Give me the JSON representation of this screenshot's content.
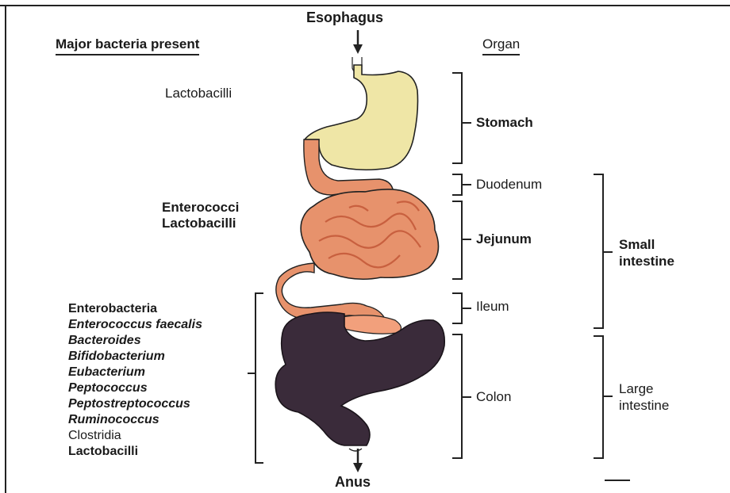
{
  "header": {
    "esophagus": "Esophagus",
    "bacteria_heading": "Major bacteria present",
    "organ_heading": "Organ",
    "anus": "Anus"
  },
  "bacteria": {
    "stomach": "Lactobacilli",
    "small_intestine": [
      "Enterococci",
      "Lactobacilli"
    ],
    "colon": [
      {
        "name": "Enterobacteria",
        "style": "bold"
      },
      {
        "name": "Enterococcus faecalis",
        "style": "bold-italic"
      },
      {
        "name": "Bacteroides",
        "style": "bold-italic"
      },
      {
        "name": "Bifidobacterium",
        "style": "bold-italic"
      },
      {
        "name": "Eubacterium",
        "style": "bold-italic"
      },
      {
        "name": "Peptococcus",
        "style": "bold-italic"
      },
      {
        "name": "Peptostreptococcus",
        "style": "bold-italic"
      },
      {
        "name": "Ruminococcus",
        "style": "bold-italic"
      },
      {
        "name": "Clostridia",
        "style": "normal"
      },
      {
        "name": "Lactobacilli",
        "style": "bold"
      }
    ]
  },
  "organs": {
    "stomach": "Stomach",
    "duodenum": "Duodenum",
    "jejunum": "Jejunum",
    "ileum": "Ileum",
    "colon": "Colon"
  },
  "regions": {
    "small_intestine": "Small\nintestine",
    "large_intestine": "Large\nintestine"
  },
  "colors": {
    "stomach_fill": "#efe6a6",
    "small_intestine_fill": "#e7926c",
    "small_intestine_shade": "#c8603f",
    "colon_fill": "#3a2b3a",
    "line": "#222222"
  },
  "icons": [
    "down-arrow-icon"
  ]
}
